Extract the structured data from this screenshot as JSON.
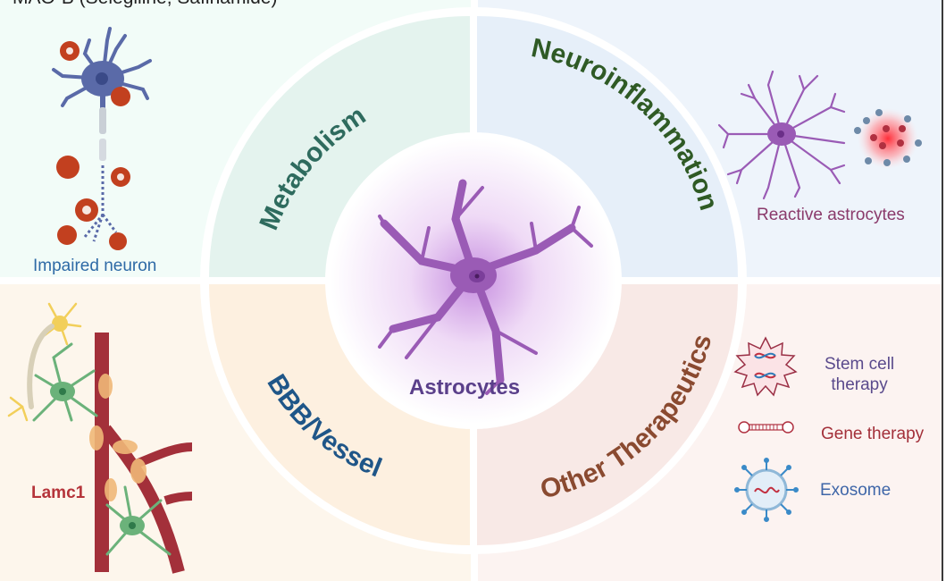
{
  "header": {
    "bullet": "▪",
    "text": "MAO-B (Selegiline, Safinamide)"
  },
  "center": {
    "label": "Astrocytes",
    "icon": "astrocyte-icon"
  },
  "sectors": [
    {
      "id": "metabolism",
      "label": "Metabolism",
      "color": "#2e6b5e",
      "fill": "#e4f3ee"
    },
    {
      "id": "neuroinflammation",
      "label": "Neuroinflammation",
      "color": "#2f5a25",
      "fill": "#e6eff9"
    },
    {
      "id": "bbb-vessel",
      "label": "BBB/Vessel",
      "color": "#1f5688",
      "fill": "#fdf0e0"
    },
    {
      "id": "other-therapeutics",
      "label": "Other Therapeutics",
      "color": "#8a4a30",
      "fill": "#f8e9e6"
    }
  ],
  "corners": {
    "top_left": {
      "label": "Impaired neuron",
      "icon": "impaired-neuron-icon"
    },
    "top_right": {
      "label": "Reactive astrocytes",
      "icon": "reactive-astrocyte-icon"
    },
    "bottom_left": {
      "label": "Lamc1",
      "icon": "blood-vessel-icon"
    },
    "bottom_right": {
      "items": [
        {
          "label": "Stem cell therapy",
          "line1": "Stem cell",
          "line2": "therapy",
          "icon": "stem-cell-icon"
        },
        {
          "label": "Gene therapy",
          "icon": "gene-therapy-icon"
        },
        {
          "label": "Exosome",
          "icon": "exosome-icon"
        }
      ]
    }
  }
}
